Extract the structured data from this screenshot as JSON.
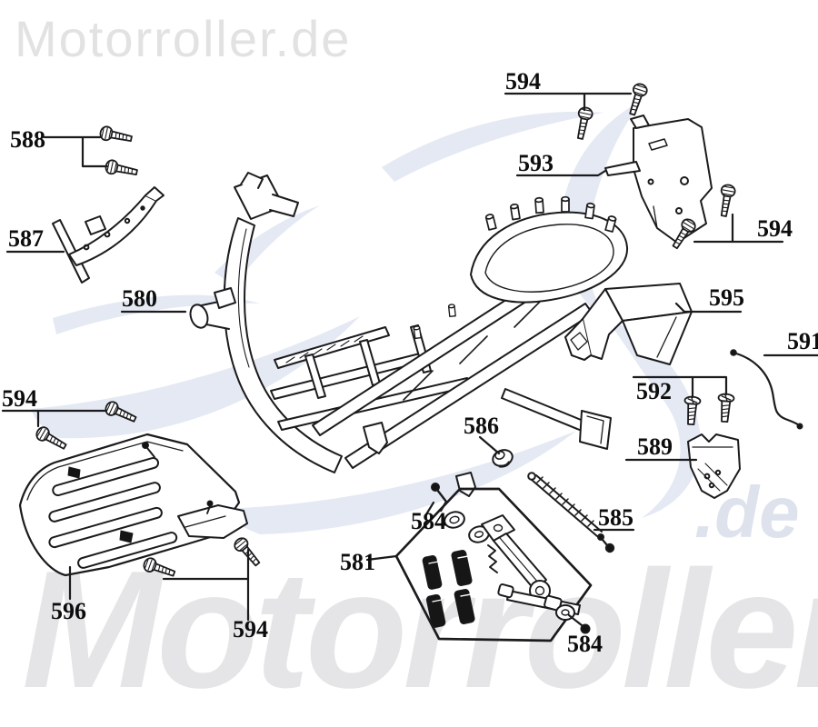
{
  "branding": {
    "logo_text": "Motorroller.de",
    "watermark_word": "Motorroller",
    "watermark_tld": ".de"
  },
  "diagram": {
    "part_numbers": [
      "580",
      "581",
      "584",
      "585",
      "586",
      "587",
      "588",
      "589",
      "591",
      "592",
      "593",
      "594",
      "595",
      "596"
    ],
    "callouts": {
      "c588": "588",
      "c587": "587",
      "c580": "580",
      "c594_top": "594",
      "c593": "593",
      "c594_right": "594",
      "c595": "595",
      "c591": "591",
      "c592": "592",
      "c589": "589",
      "c586": "586",
      "c584_top": "584",
      "c585": "585",
      "c584_bottom": "584",
      "c581": "581",
      "c596": "596",
      "c594_left": "594",
      "c594_bottom": "594"
    }
  },
  "colors": {
    "background": "#ffffff",
    "line": "#1b1b1d",
    "label_text": "#0d0d0d",
    "watermark_gray": "#e5e5e7",
    "watermark_logo": "#e2e2e2",
    "watermark_blue": "#dde2ec",
    "swoosh": "#e4e9f3",
    "pad_fill": "#161616"
  }
}
